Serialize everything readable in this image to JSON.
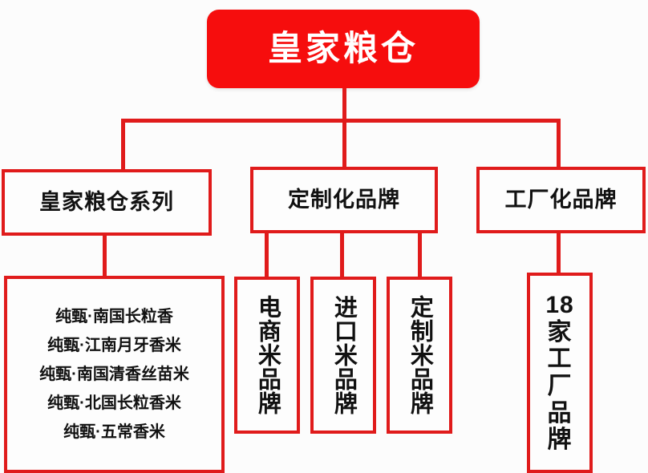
{
  "diagram": {
    "type": "org-chart",
    "colors": {
      "root_fill": "#f60d0d",
      "root_text": "#ffffff",
      "box_border": "#e01b1b",
      "box_fill": "#fdfdfd",
      "box_text": "#111111",
      "connector": "#e01b1b",
      "background": "#fcfcfc"
    },
    "root": {
      "label": "皇家粮仓"
    },
    "level2": [
      {
        "label": "皇家粮仓系列"
      },
      {
        "label": "定制化品牌"
      },
      {
        "label": "工厂化品牌"
      }
    ],
    "series_items": [
      "纯甄·南国长粒香",
      "纯甄·江南月牙香米",
      "纯甄·南国清香丝苗米",
      "纯甄·北国长粒香米",
      "纯甄·五常香米"
    ],
    "custom_brands": [
      {
        "label": "电商米品牌"
      },
      {
        "label": "进口米品牌"
      },
      {
        "label": "定制米品牌"
      }
    ],
    "factory_brand": {
      "label": "18\n家\n工\n厂\n品\n牌"
    }
  }
}
